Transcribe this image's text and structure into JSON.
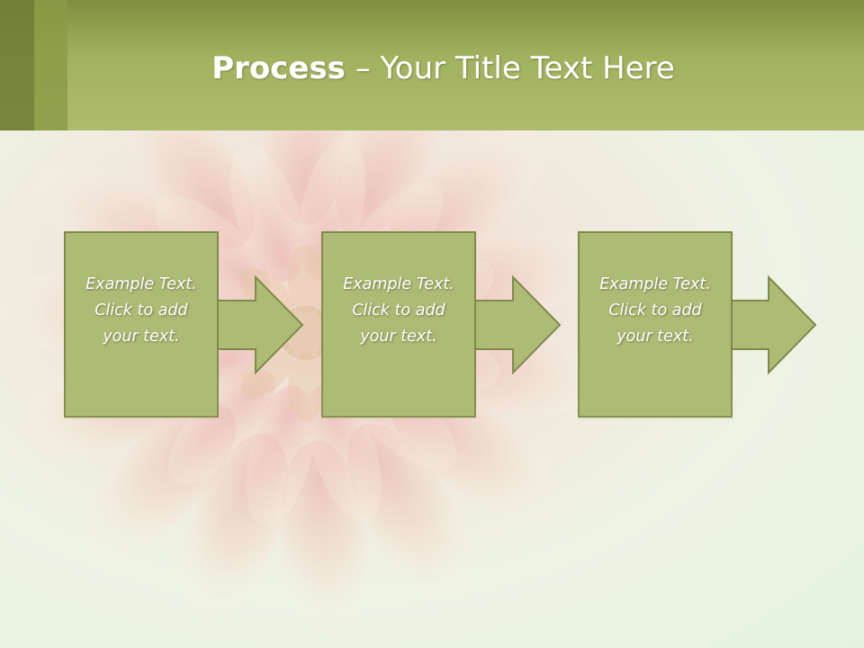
{
  "slide": {
    "title_bold": "Process",
    "title_rest": " – Your Title Text Here"
  },
  "steps": [
    {
      "lines": [
        "Example Text.",
        "Click  to add",
        "your text."
      ]
    },
    {
      "lines": [
        "Example Text.",
        "Click  to add",
        "your text."
      ]
    },
    {
      "lines": [
        "Example Text.",
        "Click  to add",
        "your text."
      ]
    }
  ],
  "colors": {
    "header": "#a3b25f",
    "box_fill": "#aebb75",
    "box_border": "#7f8a4a",
    "text": "#ffffff"
  }
}
